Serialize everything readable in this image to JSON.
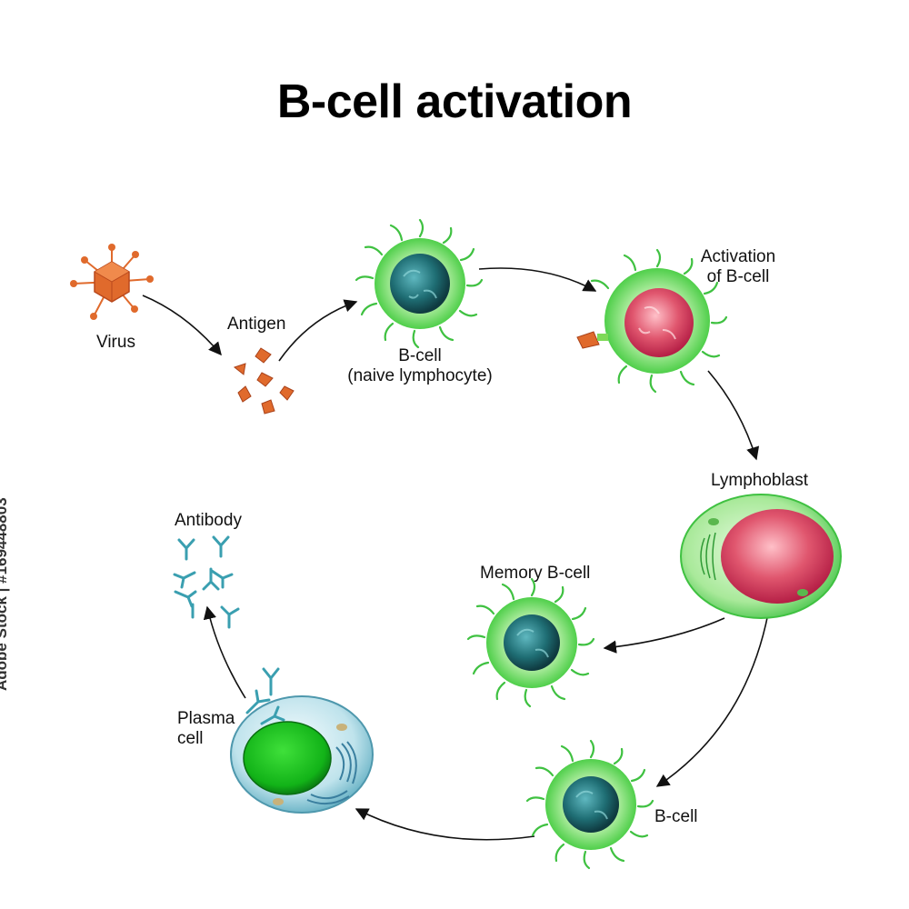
{
  "title": "B-cell activation",
  "labels": {
    "virus": "Virus",
    "antigen": "Antigen",
    "bcell_naive_1": "B-cell",
    "bcell_naive_2": "(naive lymphocyte)",
    "activation_1": "Activation",
    "activation_2": "of B-cell",
    "lymphoblast": "Lymphoblast",
    "memory_bcell": "Memory B-cell",
    "bcell": "B-cell",
    "plasma_1": "Plasma",
    "plasma_2": "cell",
    "antibody": "Antibody"
  },
  "watermark": "Adobe Stock | #169448803",
  "colors": {
    "cell_green": "#7ed957",
    "nucleus_teal": "#1f6e74",
    "nucleus_red": "#e0566e",
    "virus_orange": "#e06a2c",
    "antibody_teal": "#3a9fb0",
    "plasma_blue": "#bfe3ec"
  }
}
